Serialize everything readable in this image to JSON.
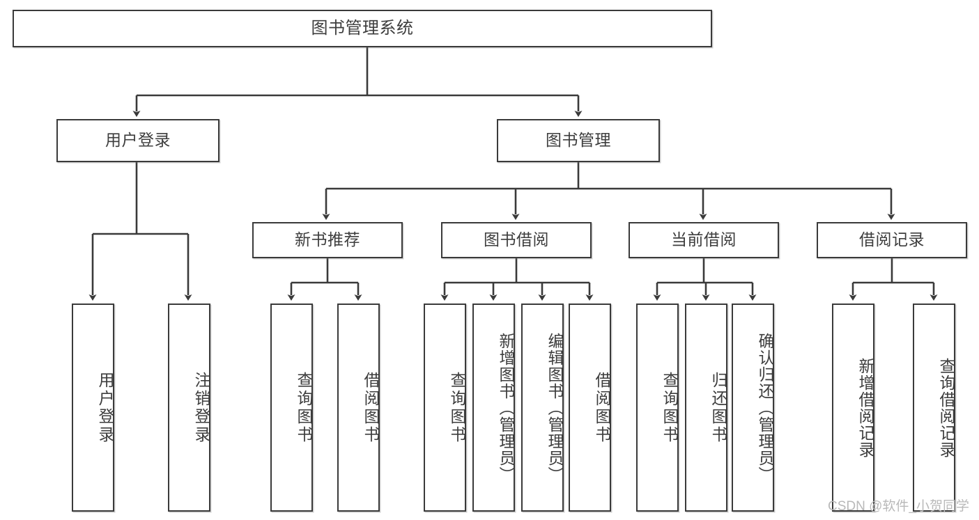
{
  "diagram": {
    "type": "tree-hierarchy-chart",
    "title": "图书管理系统",
    "orientation": "top-down",
    "colors": {
      "box_border": "#3a3a3a",
      "box_fill": "#ffffff",
      "text": "#3d3d3d",
      "connector": "#3a3a3a",
      "watermark": "#b9b9b9"
    },
    "watermark": "CSDN @软件_小贺同学",
    "nodes": {
      "root": {
        "label": "图书管理系统"
      },
      "level2": [
        {
          "label": "用户登录"
        },
        {
          "label": "图书管理"
        }
      ],
      "level3": [
        {
          "label": "新书推荐"
        },
        {
          "label": "图书借阅"
        },
        {
          "label": "当前借阅"
        },
        {
          "label": "借阅记录"
        }
      ],
      "leaves_user_login": [
        {
          "label": "用户登录"
        },
        {
          "label": "注销登录"
        }
      ],
      "leaves_new_book": [
        {
          "label": "查询图书"
        },
        {
          "label": "借阅图书"
        }
      ],
      "leaves_borrow": [
        {
          "label": "查询图书"
        },
        {
          "label": "新增图书（管理员）"
        },
        {
          "label": "编辑图书（管理员）"
        },
        {
          "label": "借阅图书"
        }
      ],
      "leaves_current": [
        {
          "label": "查询图书"
        },
        {
          "label": "归还图书"
        },
        {
          "label": "确认归还（管理员）"
        }
      ],
      "leaves_records": [
        {
          "label": "新增借阅记录"
        },
        {
          "label": "查询借阅记录"
        }
      ]
    }
  }
}
